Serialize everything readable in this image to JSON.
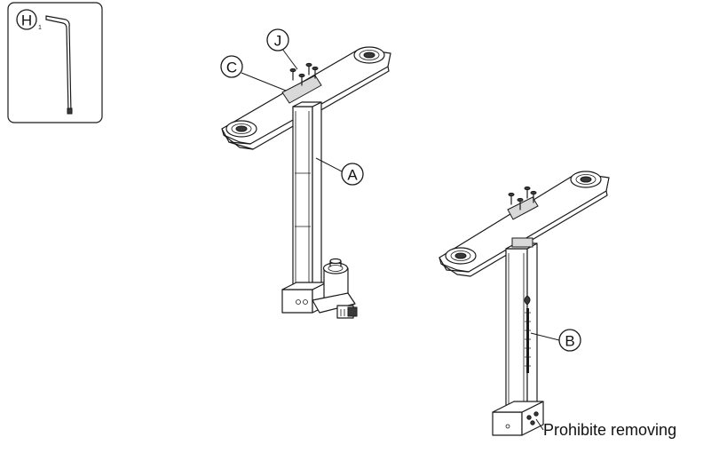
{
  "callouts": {
    "h_label": "H",
    "h_subscript": "1",
    "j_label": "J",
    "c_label": "C",
    "a_label": "A",
    "b_label": "B"
  },
  "note": {
    "prohibit_text": "Prohibite removing"
  },
  "colors": {
    "line": "#1a1a1a",
    "background": "#ffffff",
    "shade": "#d9d9d9"
  }
}
